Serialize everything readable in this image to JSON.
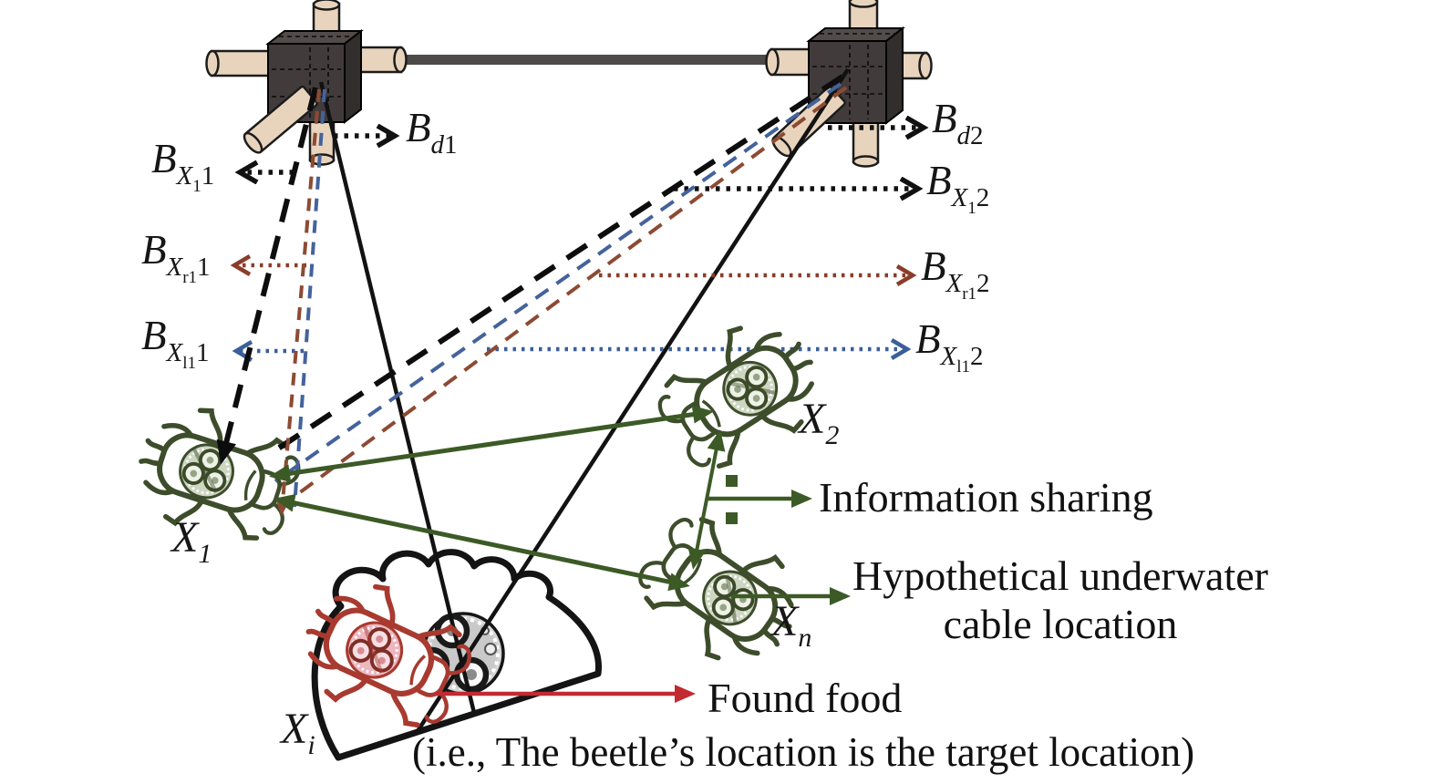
{
  "measurement_labels": {
    "bd1": {
      "base": "B",
      "sub": "d",
      "tail": "1"
    },
    "bx1_1": {
      "base": "B",
      "sub": "X",
      "subsub": "1",
      "tail": "1"
    },
    "bxr1_1": {
      "base": "B",
      "sub": "X",
      "subsub": "r1",
      "tail": "1"
    },
    "bxl1_1": {
      "base": "B",
      "sub": "X",
      "subsub": "l1",
      "tail": "1"
    },
    "bd2": {
      "base": "B",
      "sub": "d",
      "tail": "2"
    },
    "bx1_2": {
      "base": "B",
      "sub": "X",
      "subsub": "1",
      "tail": "2"
    },
    "bxr1_2": {
      "base": "B",
      "sub": "X",
      "subsub": "r1",
      "tail": "2"
    },
    "bxl1_2": {
      "base": "B",
      "sub": "X",
      "subsub": "l1",
      "tail": "2"
    }
  },
  "beetles": {
    "x1": {
      "base": "X",
      "sub": "1"
    },
    "x2": {
      "base": "X",
      "sub": "2"
    },
    "xn": {
      "base": "X",
      "sub": "n"
    },
    "xi": {
      "base": "X",
      "sub": "i"
    }
  },
  "annotations": {
    "information_sharing": "Information sharing",
    "hypothetical_underwater": "Hypothetical underwater",
    "cable_location": "cable location",
    "found_food": "Found food",
    "target_note": "(i.e., The beetle’s location is the target location)"
  },
  "colors": {
    "solid_line": "#121212",
    "thick_dash": "#0d0d0d",
    "blue_dash": "#44639b",
    "brown_dash": "#8d4a33",
    "green_line": "#3c5a26",
    "red_arrow": "#c22a31",
    "rod_tan": "#e8d4bd",
    "cube_front": "#413c3b",
    "cube_top": "#514c4a",
    "cube_side": "#322e2d",
    "bar_gray": "#4e4a49",
    "beetle_green": "#3d4d2b",
    "beetle_red": "#a83a30"
  }
}
